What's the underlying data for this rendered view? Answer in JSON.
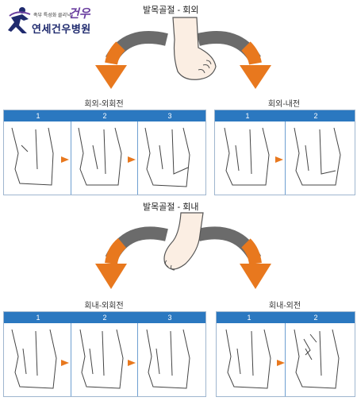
{
  "logo": {
    "subtitle": "족부 특성화 클리닉",
    "brand": "건우",
    "name": "연세건우병원"
  },
  "sections": {
    "top_title": "발목골절 - 회외",
    "bottom_title": "발목골절 - 회내"
  },
  "panels": {
    "p1": {
      "title": "회외-외회전",
      "steps": [
        "1",
        "2",
        "3"
      ]
    },
    "p2": {
      "title": "회외-내전",
      "steps": [
        "1",
        "2"
      ]
    },
    "p3": {
      "title": "회내-외회전",
      "steps": [
        "1",
        "2",
        "3"
      ]
    },
    "p4": {
      "title": "회내-외전",
      "steps": [
        "1",
        "2"
      ]
    }
  },
  "colors": {
    "accent_orange": "#e8781e",
    "arc_gray": "#6b6b6b",
    "header_blue": "#2b78c0",
    "logo_navy": "#1f2a6e",
    "logo_purple": "#6b3fa0"
  }
}
